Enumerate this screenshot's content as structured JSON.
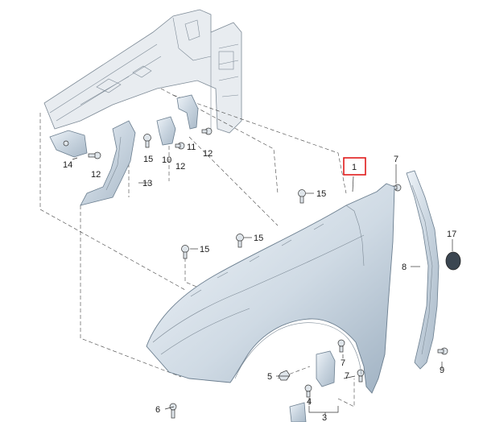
{
  "highlight_color": "#e01a1a",
  "callouts": {
    "c1": "1",
    "c3": "3",
    "c4": "4",
    "c5": "5",
    "c6": "6",
    "c7a": "7",
    "c7b": "7",
    "c7c": "7",
    "c8": "8",
    "c9": "9",
    "c10": "10",
    "c11": "11",
    "c12a": "12",
    "c12b": "12",
    "c12c": "12",
    "c13": "13",
    "c14": "14",
    "c15a": "15",
    "c15b": "15",
    "c15c": "15",
    "c15d": "15",
    "c17": "17"
  }
}
